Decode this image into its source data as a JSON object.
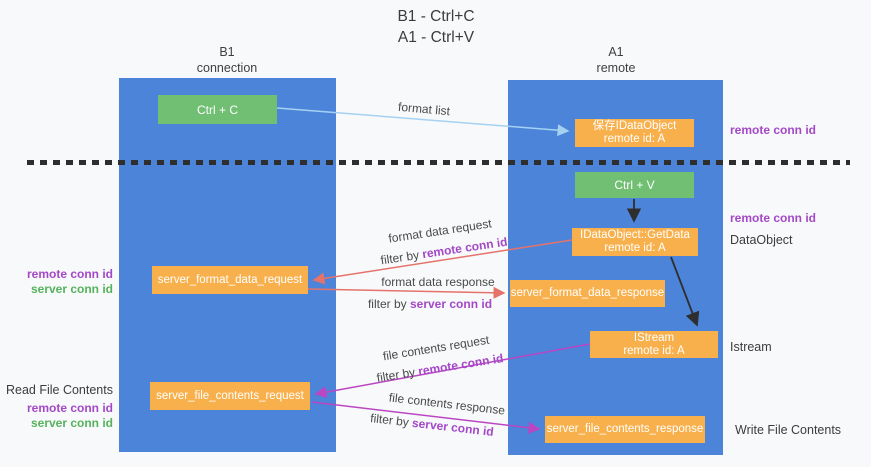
{
  "title": {
    "line1": "B1 - Ctrl+C",
    "line2": "A1 - Ctrl+V"
  },
  "columns": {
    "left": {
      "header": "B1\nconnection"
    },
    "right": {
      "header": "A1\nremote"
    }
  },
  "nodes": {
    "ctrl_c": {
      "label": "Ctrl + C"
    },
    "ctrl_v": {
      "label": "Ctrl + V"
    },
    "save_dataobject": {
      "label": "保存IDataObject\nremote id: A"
    },
    "getdata": {
      "label": "IDataObject::GetData\nremote id: A"
    },
    "istream": {
      "label": "IStream\nremote id: A"
    },
    "server_format_data_request": {
      "label": "server_format_data_request"
    },
    "server_format_data_response": {
      "label": "server_format_data_response"
    },
    "server_file_contents_request": {
      "label": "server_file_contents_request"
    },
    "server_file_contents_response": {
      "label": "server_file_contents_response"
    }
  },
  "arrow_labels": {
    "format_list": "format list",
    "format_data_request": "format data request",
    "format_data_response": "format data response",
    "file_contents_request": "file contents request",
    "file_contents_response": "file contents response",
    "filter_prefix": "filter by ",
    "filter1_id": "remote conn id",
    "filter2_id": "server conn id",
    "filter3_id": "remote conn id",
    "filter4_id": "server conn id"
  },
  "side_labels": {
    "remote_conn_id_top": "remote conn id",
    "remote_conn_id_mid": "remote conn id",
    "dataobject": "DataObject",
    "istream": "Istream",
    "write_file_contents": "Write File Contents",
    "read_file_contents": "Read File Contents",
    "left1_remote": "remote conn id",
    "left1_server": "server conn id",
    "left2_remote": "remote conn id",
    "left2_server": "server conn id"
  },
  "colors": {
    "column_blue": "#4c84d9",
    "box_green": "#70bf72",
    "box_orange": "#f8b04c",
    "arrow_lightblue": "#a5d2f3",
    "arrow_salmon": "#e5736b",
    "arrow_magenta": "#bb46c3",
    "arrow_black": "#2e2e2e",
    "text_purple": "#a448c8",
    "text_green": "#55b35c",
    "background": "#f8f9fa"
  }
}
